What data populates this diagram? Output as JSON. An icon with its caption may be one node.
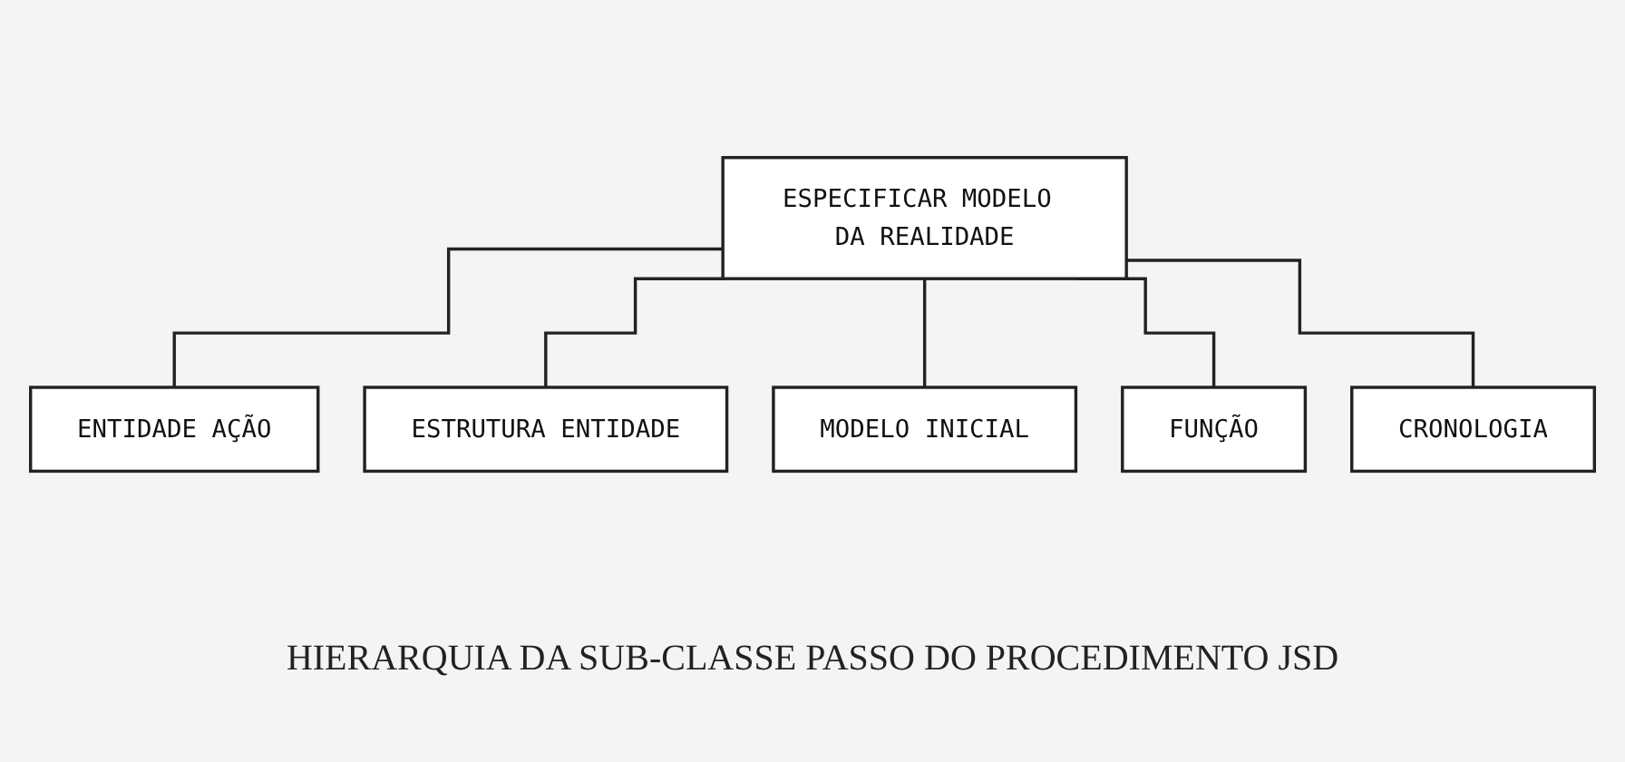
{
  "diagram": {
    "caption": "HIERARQUIA DA SUB-CLASSE PASSO DO PROCEDIMENTO JSD",
    "nodes": [
      {
        "text": [
          "ESPECIFICAR MODELO DA REALIDADE"
        ]
      },
      {
        "text": [
          "ENTIDADE AÇÃO"
        ]
      },
      {
        "text": [
          "ESTRUTURA ENTIDADE"
        ]
      },
      {
        "text": [
          "MODELO INICIAL"
        ]
      },
      {
        "text": [
          "FUNÇÃO"
        ]
      },
      {
        "text": [
          "CRONOLOGIA"
        ]
      }
    ],
    "edges": [
      {
        "from": 0,
        "to": 1,
        "arrow": "none"
      },
      {
        "from": 0,
        "to": 2,
        "arrow": "none"
      },
      {
        "from": 0,
        "to": 3,
        "arrow": "none"
      },
      {
        "from": 0,
        "to": 4,
        "arrow": "none"
      },
      {
        "from": 0,
        "to": 5,
        "arrow": "none"
      }
    ]
  }
}
